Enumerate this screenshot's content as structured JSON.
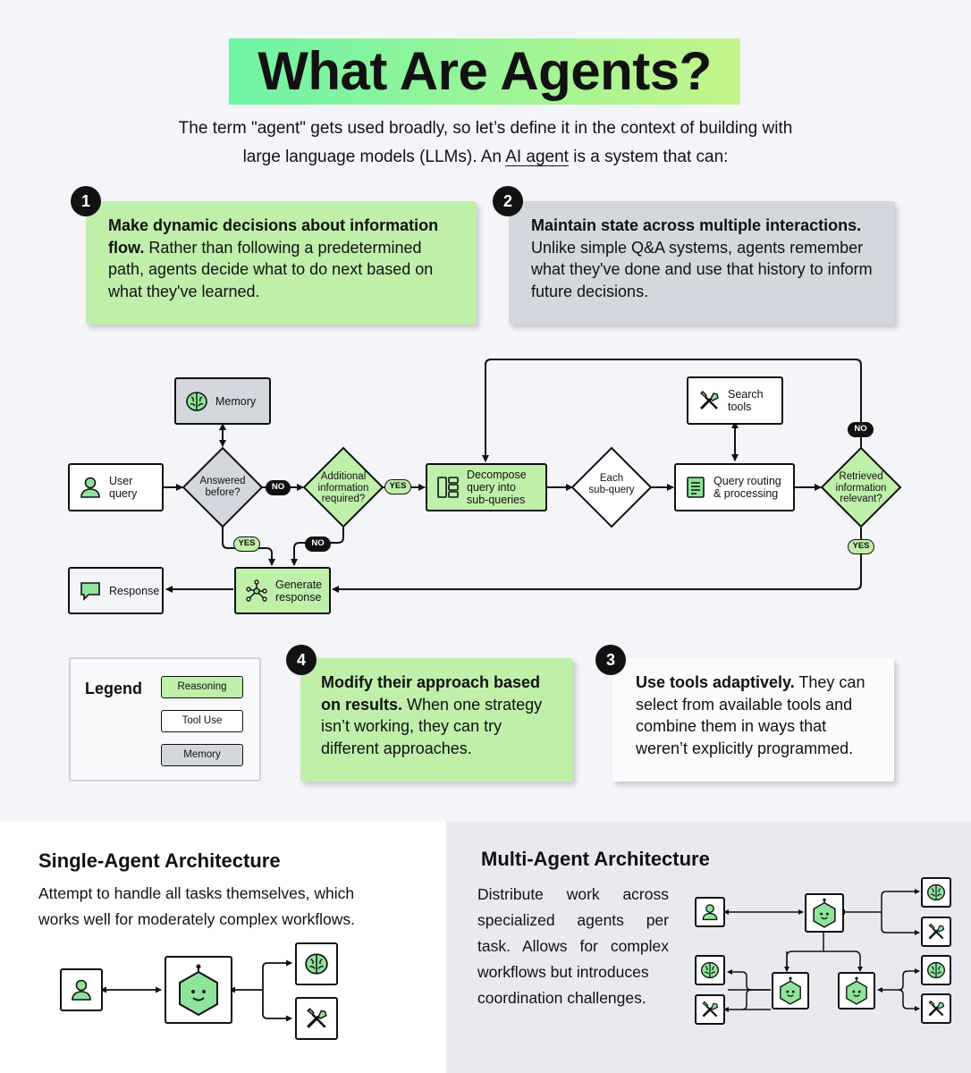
{
  "title": "What Are Agents?",
  "intro": {
    "line1": "The term \"agent\" gets used broadly, so let’s define it in the context of building with",
    "line2_pre": "large language models (LLMs). An ",
    "line2_link": "AI agent",
    "line2_post": " is a system that can:"
  },
  "cards": [
    {
      "num": "1",
      "bold": "Make dynamic decisions about information flow.",
      "text": " Rather than following a predetermined path, agents decide what to do next based on what they've learned."
    },
    {
      "num": "2",
      "bold": "Maintain state across multiple interactions.",
      "text": " Unlike simple Q&A systems, agents remember what they've done and use that history to inform future decisions."
    },
    {
      "num": "3",
      "bold": "Use tools adaptively.",
      "text": " They can select from available tools and combine them in ways that weren’t explicitly programmed."
    },
    {
      "num": "4",
      "bold": "Modify their approach based on results.",
      "text": " When one strategy isn’t working, they can try different approaches."
    }
  ],
  "flow": {
    "memory": "Memory",
    "user_query": [
      "User",
      "query"
    ],
    "answered_before": [
      "Answered",
      "before?"
    ],
    "additional_info": [
      "Additional",
      "information",
      "required?"
    ],
    "decompose": [
      "Decompose",
      "query into",
      "sub-queries"
    ],
    "each_subquery": [
      "Each",
      "sub-query"
    ],
    "search_tools": [
      "Search",
      "tools"
    ],
    "query_routing": [
      "Query routing",
      "& processing"
    ],
    "retrieved_relevant": [
      "Retrieved",
      "information",
      "relevant?"
    ],
    "generate_response": [
      "Generate",
      "response"
    ],
    "response": "Response",
    "labels": {
      "no1": "NO",
      "yes1": "YES",
      "yes2": "YES",
      "no2": "NO",
      "no3": "NO",
      "yes3": "YES"
    }
  },
  "legend": {
    "title": "Legend",
    "reasoning": "Reasoning",
    "tool_use": "Tool Use",
    "memory": "Memory"
  },
  "single_agent": {
    "heading": "Single-Agent Architecture",
    "line1": "Attempt to handle all tasks themselves, which",
    "line2": "works well for moderately complex workflows."
  },
  "multi_agent": {
    "heading": "Multi-Agent Architecture",
    "lines": [
      "Distribute work across",
      "specialized agents per",
      "task. Allows for complex",
      "workflows but introduces",
      "coordination challenges."
    ]
  },
  "icons": [
    "user-icon",
    "brain-icon",
    "tools-icon",
    "agent-icon",
    "chat-icon",
    "network-icon",
    "grid-icon",
    "document-icon"
  ],
  "colors": {
    "green": "#c0efaa",
    "gray": "#d4d7de",
    "accent_gradient_start": "#6ef3a6",
    "accent_gradient_end": "#c5f58a",
    "dark": "#111111"
  }
}
